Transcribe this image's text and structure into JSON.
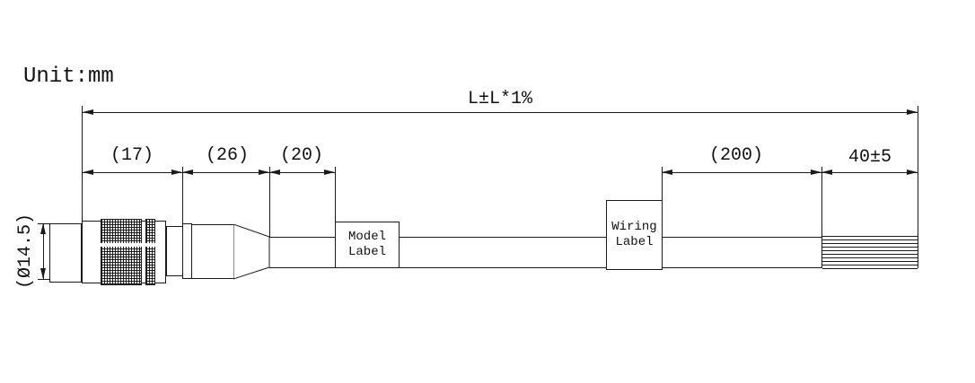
{
  "drawing": {
    "unit_label": "Unit:mm",
    "dimensions": {
      "total_length": "L±L*1%",
      "seg_17": "(17)",
      "seg_26": "(26)",
      "seg_20": "(20)",
      "seg_200": "(200)",
      "strip_40": "40±5",
      "diameter": "(Ø14.5)"
    },
    "labels": {
      "model_line1": "Model",
      "model_line2": "Label",
      "wiring_line1": "Wiring",
      "wiring_line2": "Label"
    },
    "colors": {
      "line": "#1a1a1a",
      "background": "#ffffff"
    }
  }
}
